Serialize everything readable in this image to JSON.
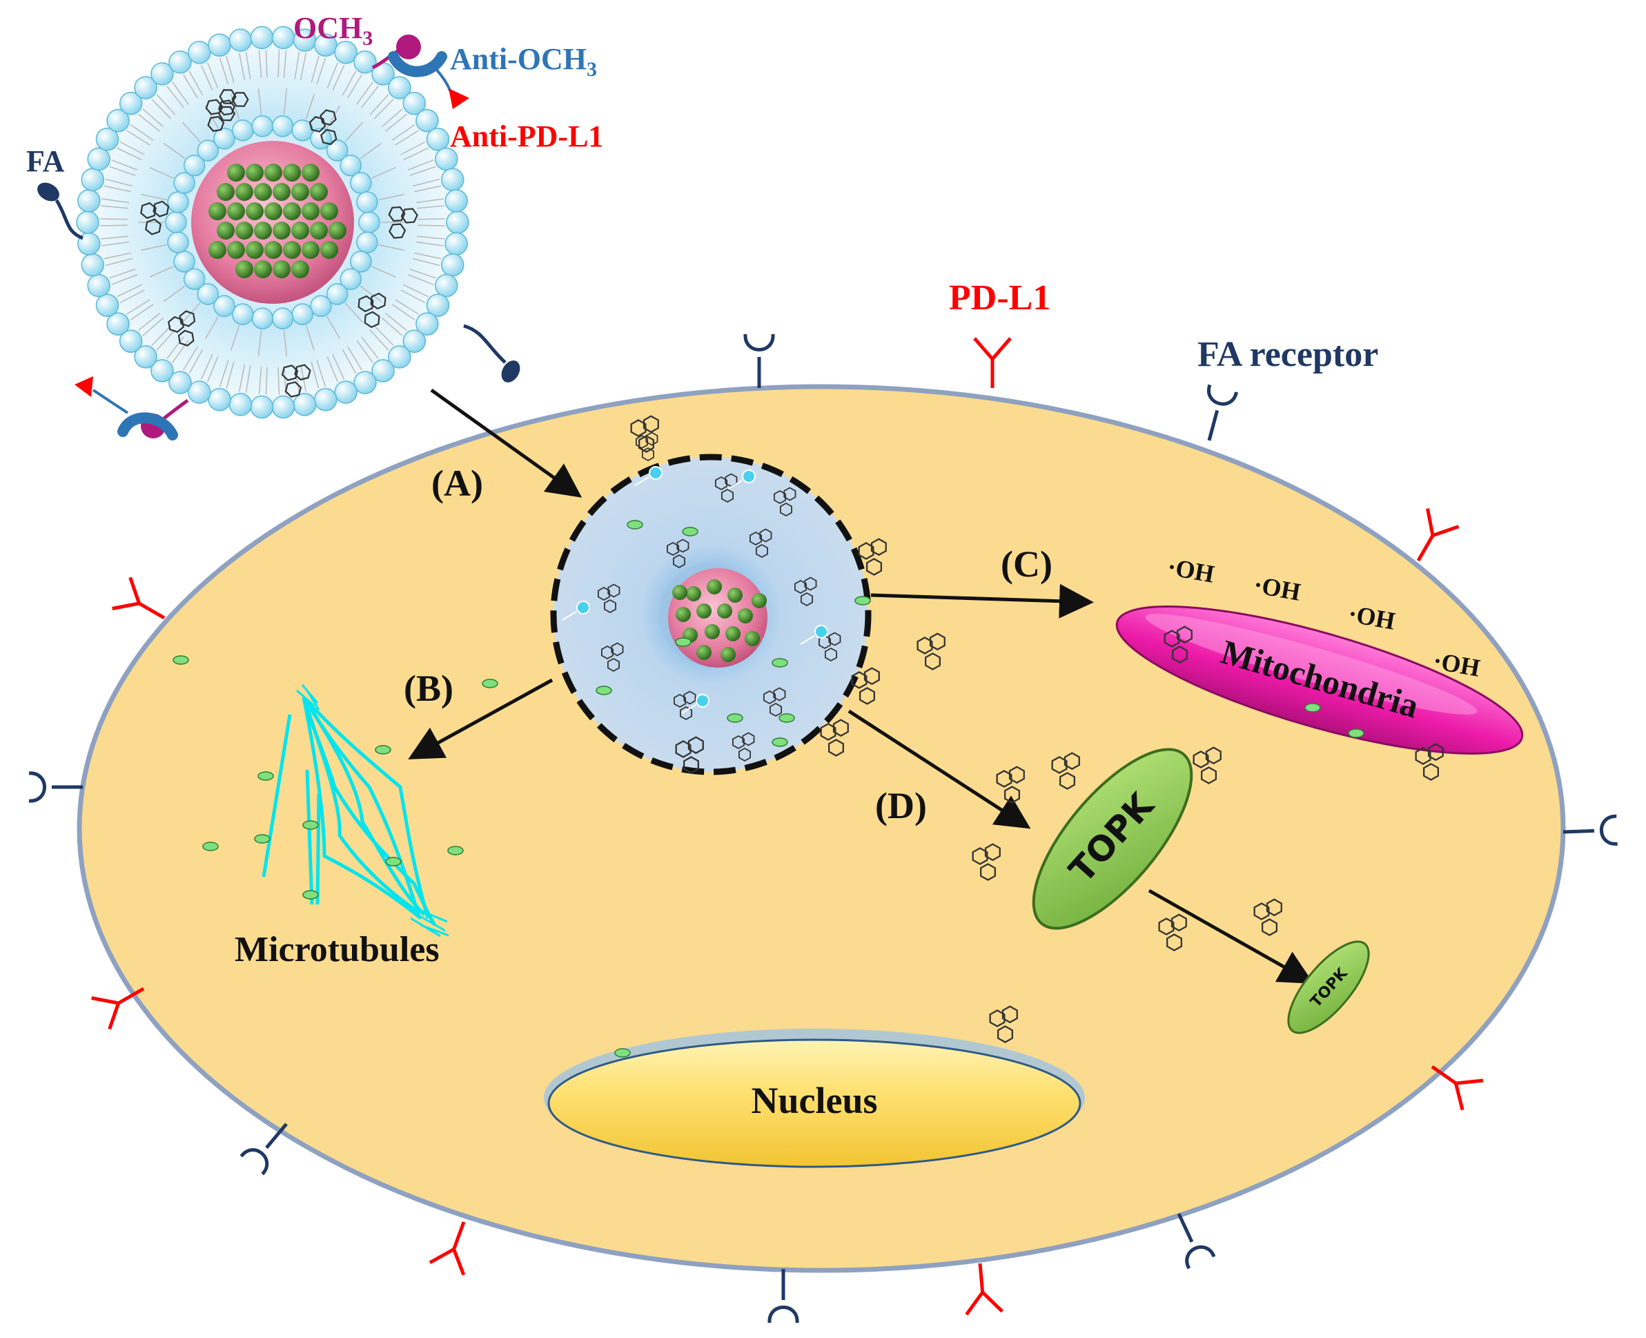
{
  "labels": {
    "och3": "OCH",
    "och3_sub": "3",
    "anti_och3": "Anti-OCH",
    "anti_och3_sub": "3",
    "anti_pdl1": "Anti-PD-L1",
    "fa": "FA",
    "pdl1": "PD-L1",
    "fa_receptor": "FA receptor",
    "step_a": "(A)",
    "step_b": "(B)",
    "step_c": "(C)",
    "step_d": "(D)",
    "oh": "·OH",
    "mitochondria": "Mitochondria",
    "topk_large": "TOPK",
    "topk_small": "TOPK",
    "microtubules": "Microtubules",
    "nucleus": "Nucleus"
  },
  "colors": {
    "och3": "#b0197d",
    "anti_och3": "#2e75b6",
    "anti_pdl1": "#ff0000",
    "fa": "#1f3864",
    "pdl1": "#ff0000",
    "fa_receptor": "#1f3864",
    "cell_fill": "#fbdb8f",
    "cell_border": "#8ea1c1",
    "nucleus_fill": "#ffd966",
    "mito_fill": "#ff33cc",
    "topk_fill": "#92d050",
    "microtubule": "#00e5ee",
    "drug_dot": "#7ee07e",
    "liposome_bead": "#bfeaf7",
    "core_pink": "#e57ba0",
    "core_bead": "#3f7d2a"
  }
}
